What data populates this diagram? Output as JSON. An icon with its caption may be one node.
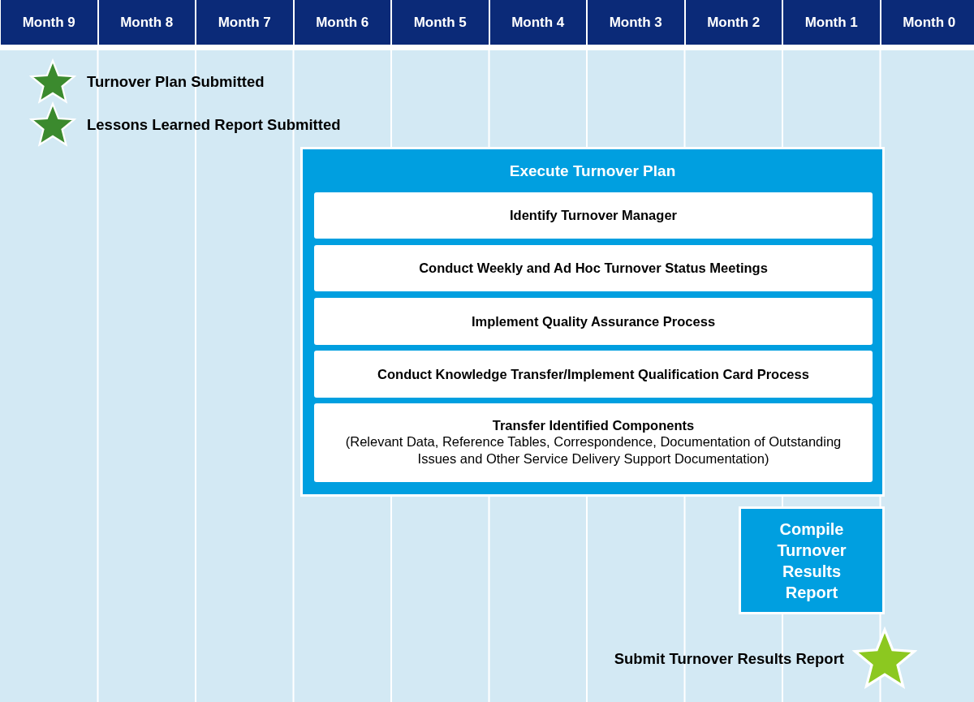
{
  "diagram": {
    "nodes": [
      {
        "text": [
          "Month 9"
        ]
      },
      {
        "text": [
          "Month 8"
        ]
      },
      {
        "text": [
          "Month 7"
        ]
      },
      {
        "text": [
          "Month 6"
        ]
      },
      {
        "text": [
          "Month 5"
        ]
      },
      {
        "text": [
          "Month 4"
        ]
      },
      {
        "text": [
          "Month 3"
        ]
      },
      {
        "text": [
          "Month 2"
        ]
      },
      {
        "text": [
          "Month 1"
        ]
      },
      {
        "text": [
          "Month 0"
        ]
      },
      {
        "text": [],
        "shape": "star",
        "beside": [
          "Turnover Plan Submitted"
        ]
      },
      {
        "text": [],
        "shape": "star",
        "beside": [
          "Lessons Learned Report Submitted"
        ]
      },
      {
        "text": [
          "Execute Turnover Plan"
        ]
      },
      {
        "text": [
          "Identify Turnover Manager"
        ],
        "in": 12
      },
      {
        "text": [
          "Conduct Weekly and Ad Hoc Turnover Status Meetings"
        ],
        "in": 12
      },
      {
        "text": [
          "Implement Quality Assurance Process"
        ],
        "in": 12
      },
      {
        "text": [
          "Conduct Knowledge Transfer/Implement Qualification Card Process"
        ],
        "in": 12
      },
      {
        "text": [
          "Transfer Identified Components",
          "(Relevant Data, Reference Tables, Correspondence, Documentation of Outstanding Issues and Other Service Delivery Support Documentation)"
        ],
        "in": 12
      },
      {
        "text": [
          "Compile Turnover Results Report"
        ]
      },
      {
        "text": [],
        "shape": "star",
        "beside": [
          "Submit Turnover Results Report"
        ]
      }
    ]
  }
}
